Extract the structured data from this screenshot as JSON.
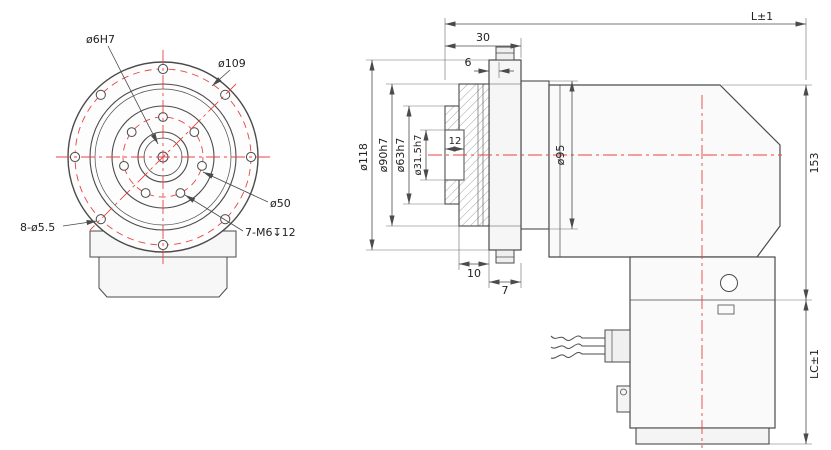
{
  "front_view": {
    "label_center_hole": "ø6H7",
    "label_bolt_circle": "ø109",
    "label_circle_50": "ø50",
    "label_outer_holes": "8-ø5.5",
    "label_tapped_holes": "7-M6↧12"
  },
  "side_view": {
    "dim_overall_length": "L±1",
    "dim_30": "30",
    "dim_6": "6",
    "dim_12": "12",
    "dim_dia_118": "ø118",
    "dim_dia_90": "ø90h7",
    "dim_dia_63": "ø63h7",
    "dim_dia_31_5": "ø31.5h7",
    "dim_dia_95": "ø95",
    "dim_height_153": "153",
    "dim_10": "10",
    "dim_7": "7",
    "dim_motor_length": "LC±1"
  },
  "colors": {
    "line": "#4b4b4b",
    "centerline_red": "#e84343",
    "hatch": "#999999",
    "text": "#222222",
    "background": "#ffffff"
  }
}
